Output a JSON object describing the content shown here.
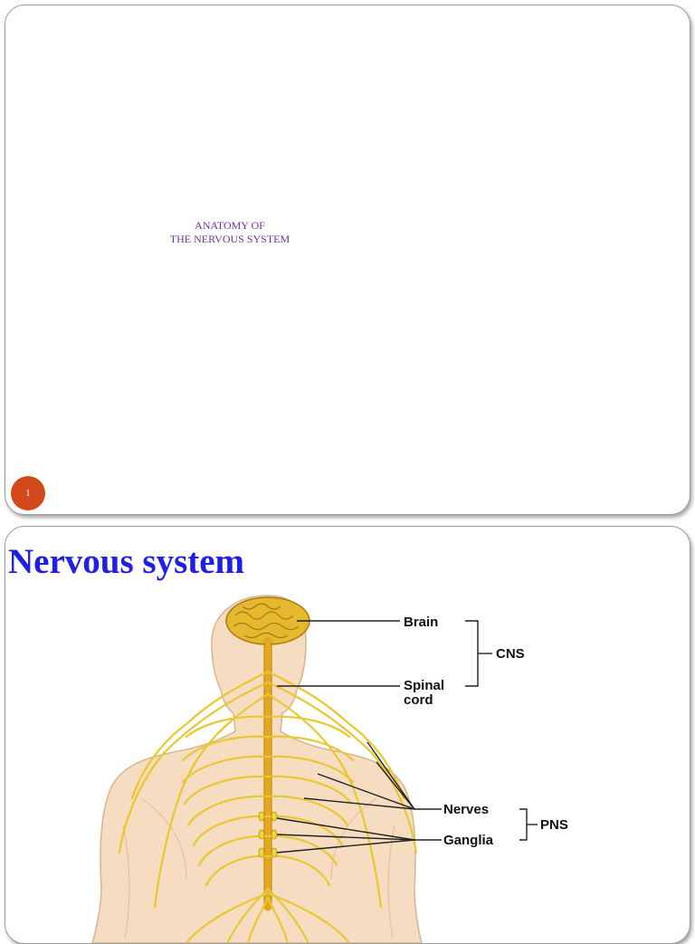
{
  "slide1": {
    "title_line1": "ANATOMY OF",
    "title_line2": "THE NERVOUS SYSTEM",
    "slide_number": "1"
  },
  "slide2": {
    "title": "Nervous system",
    "labels": {
      "brain": "Brain",
      "spinal": "Spinal",
      "cord": "cord",
      "cns": "CNS",
      "nerves": "Nerves",
      "ganglia": "Ganglia",
      "pns": "PNS"
    }
  },
  "colors": {
    "title_purple": "#7030a0",
    "title_blue": "#1f1fe6",
    "slide_number_badge": "#d24a1a",
    "skin": "#f6dcc0",
    "nerve_yellow": "#e8c830"
  }
}
